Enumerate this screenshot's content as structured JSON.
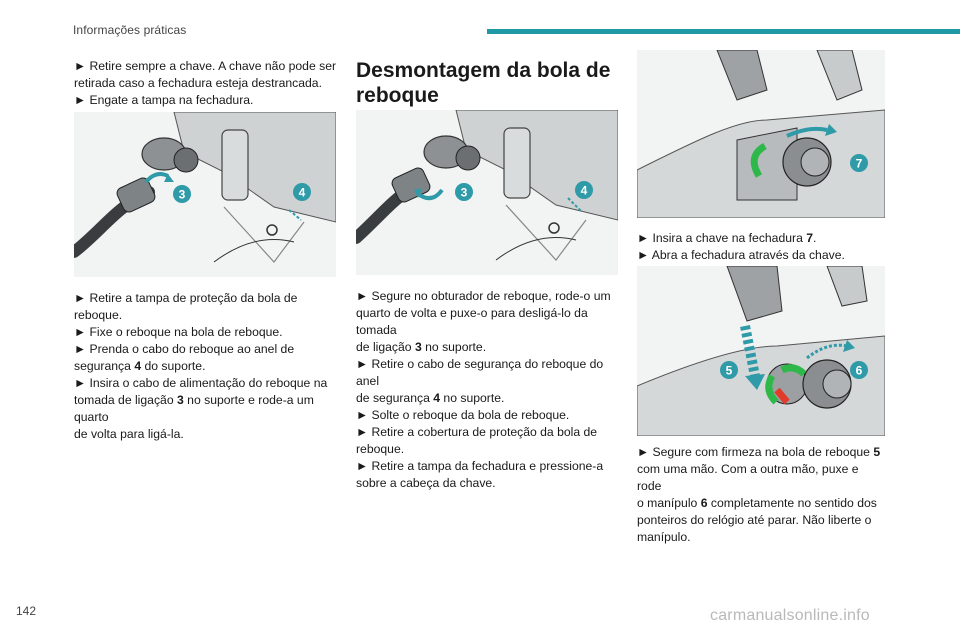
{
  "header": {
    "title": "Informações práticas"
  },
  "page_number": "142",
  "watermark": "carmanualsonline.info",
  "colors": {
    "accent": "#1f9aa5",
    "callout": "#2f9aa8",
    "green": "#2fb84a",
    "red": "#e23b2a"
  },
  "col1": {
    "intro": [
      "► Retire sempre a chave. A chave não pode ser",
      "retirada caso a fechadura esteja destrancada.",
      "► Engate a tampa na fechadura."
    ],
    "figure": {
      "callouts": [
        "3",
        "4"
      ]
    },
    "steps": {
      "l1": "► Retire a tampa de proteção da bola de reboque.",
      "l2": "► Fixe o reboque na bola de reboque.",
      "l3": "► Prenda o cabo do reboque ao anel de",
      "l4a": "segurança ",
      "l4b": "4",
      "l4c": " do suporte.",
      "l5": "► Insira o cabo de alimentação do reboque na",
      "l6a": "tomada de ligação ",
      "l6b": "3",
      "l6c": " no suporte e rode-a um quarto",
      "l7": "de volta para ligá-la."
    }
  },
  "col2": {
    "heading_l1": "Desmontagem da bola de",
    "heading_l2": "reboque",
    "figure": {
      "callouts": [
        "3",
        "4"
      ]
    },
    "steps": {
      "l1": "► Segure no obturador de reboque, rode-o um",
      "l2": "quarto de volta e puxe-o para desligá-lo da tomada",
      "l3a": "de ligação ",
      "l3b": "3",
      "l3c": " no suporte.",
      "l4": "► Retire o cabo de segurança do reboque do anel",
      "l5a": "de segurança ",
      "l5b": "4",
      "l5c": " no suporte.",
      "l6": "► Solte o reboque da bola de reboque.",
      "l7": "► Retire a cobertura de proteção da bola de",
      "l8": "reboque.",
      "l9": "► Retire a tampa da fechadura e pressione-a",
      "l10": "sobre a cabeça da chave."
    }
  },
  "col3": {
    "figure1": {
      "callouts": [
        "7"
      ]
    },
    "mid": {
      "l1a": "► Insira a chave na fechadura ",
      "l1b": "7",
      "l1c": ".",
      "l2": "► Abra a fechadura através da chave."
    },
    "figure2": {
      "callouts": [
        "5",
        "6"
      ]
    },
    "steps": {
      "l1a": "► Segure com firmeza na bola de reboque ",
      "l1b": "5",
      "l2": "com uma mão. Com a outra mão, puxe e rode",
      "l3a": "o manípulo ",
      "l3b": "6",
      "l3c": " completamente no sentido dos",
      "l4": "ponteiros do relógio até parar. Não liberte o",
      "l5": "manípulo."
    }
  }
}
